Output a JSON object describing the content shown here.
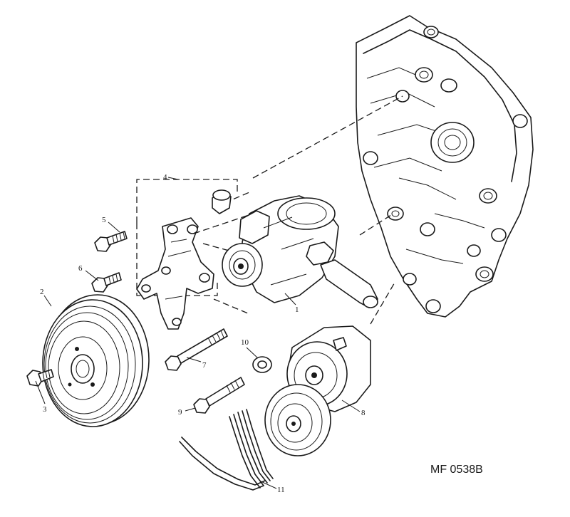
{
  "figure": {
    "reference_code": "MF 0538B",
    "callouts": [
      {
        "id": "1",
        "label": "1",
        "part": "power-steering-pump"
      },
      {
        "id": "2",
        "label": "2",
        "part": "crankshaft-pulley"
      },
      {
        "id": "3",
        "label": "3",
        "part": "pulley-bolt"
      },
      {
        "id": "4",
        "label": "4",
        "part": "mounting-bracket-assembly"
      },
      {
        "id": "5",
        "label": "5",
        "part": "bracket-bolt-upper"
      },
      {
        "id": "6",
        "label": "6",
        "part": "bracket-bolt-lower"
      },
      {
        "id": "7",
        "label": "7",
        "part": "long-bolt"
      },
      {
        "id": "8",
        "label": "8",
        "part": "belt-tensioner"
      },
      {
        "id": "9",
        "label": "9",
        "part": "tensioner-bolt"
      },
      {
        "id": "10",
        "label": "10",
        "part": "spacer-washer"
      },
      {
        "id": "11",
        "label": "11",
        "part": "drive-belt"
      }
    ]
  }
}
